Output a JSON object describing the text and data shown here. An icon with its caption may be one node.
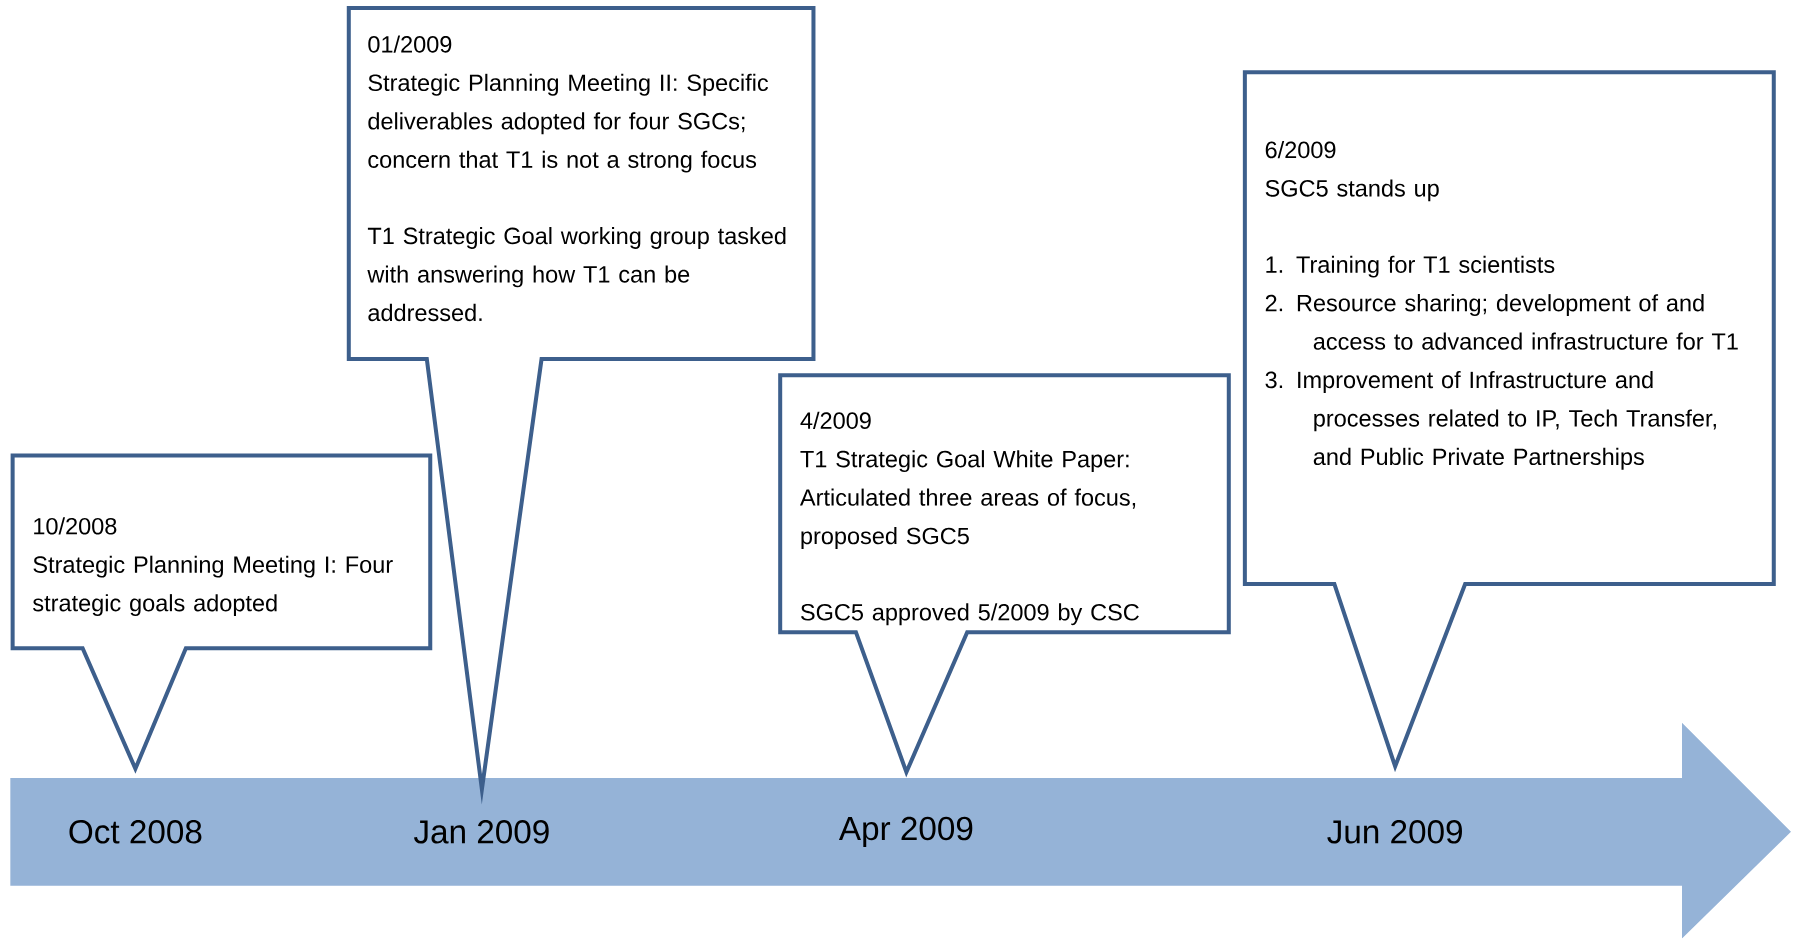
{
  "diagram": {
    "nodes": [
      {
        "text": [
          "10/2008",
          "Strategic Planning Meeting I: Four strategic goals adopted"
        ]
      },
      {
        "text": [
          "01/2009",
          "Strategic Planning Meeting II: Specific deliverables adopted for four SGCs; concern that T1 is not a strong focus",
          "T1 Strategic Goal working group tasked with answering how T1 can be addressed."
        ]
      },
      {
        "text": [
          "4/2009",
          "T1 Strategic Goal White Paper: Articulated three areas of focus, proposed SGC5",
          "SGC5 approved 5/2009 by CSC"
        ]
      },
      {
        "text": [
          "6/2009",
          "SGC5 stands up",
          "1. Training for T1 scientists",
          "2. Resource sharing; development of and access to advanced infrastructure for T1",
          "3. Improvement of Infrastructure and processes related to IP, Tech Transfer, and Public Private Partnerships"
        ]
      },
      {
        "text": [
          "Oct 2008",
          "Jan 2009",
          "Apr 2009",
          "Jun 2009"
        ]
      }
    ]
  }
}
